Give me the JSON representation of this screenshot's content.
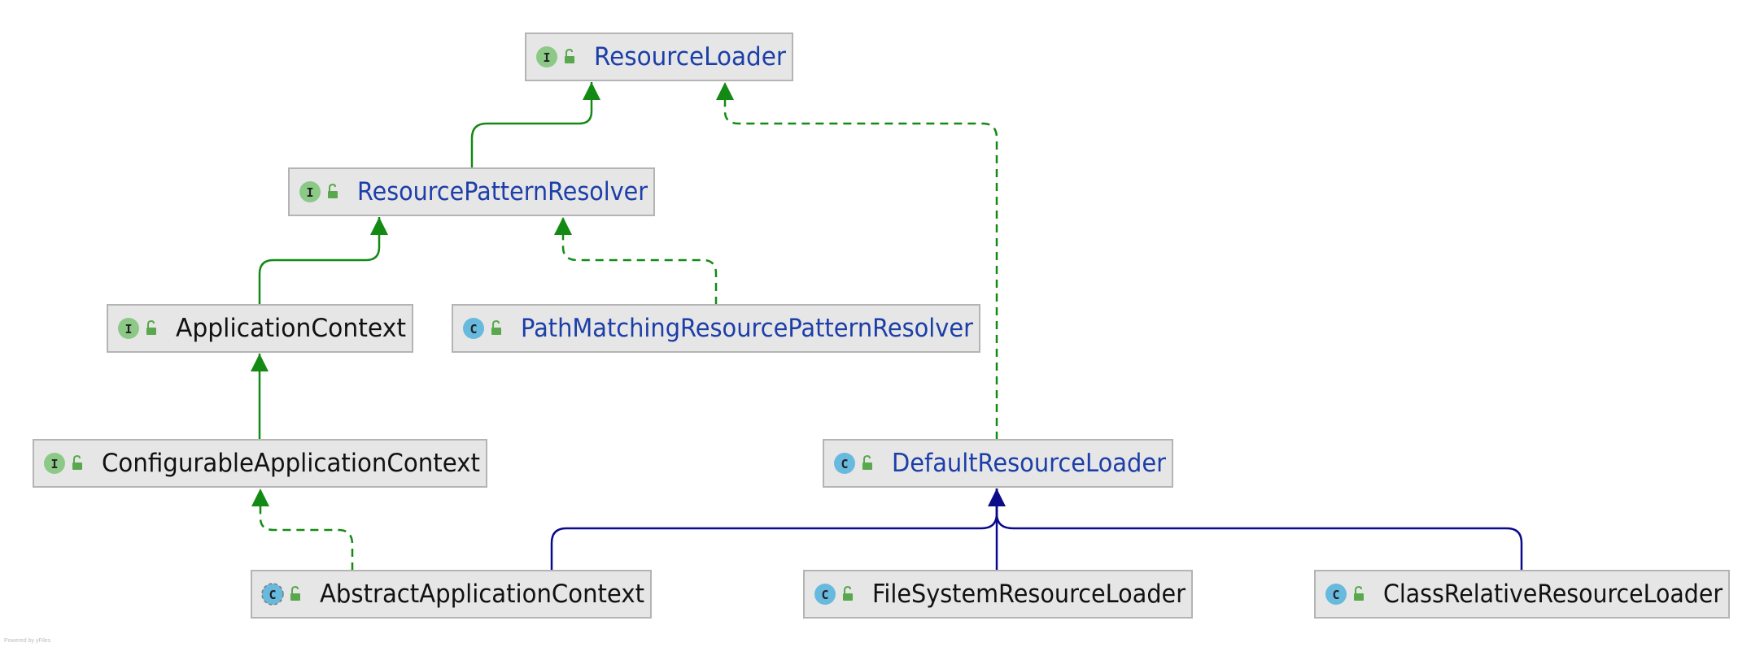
{
  "diagram": {
    "footer": "Powered by yFiles",
    "colors": {
      "inheritance": "#138a13",
      "realization": "#138a13",
      "class_inheritance": "#0a0a8a",
      "interface_badge": "#8cc987",
      "class_badge": "#68b9de",
      "lock_icon": "#5aa84e",
      "label_blue": "#1c3ea8",
      "label_black": "#111111"
    },
    "nodes": [
      {
        "id": "resource-loader",
        "label": "ResourceLoader",
        "kind": "interface",
        "badge": "I",
        "label_style": "blue"
      },
      {
        "id": "resource-pattern-resolver",
        "label": "ResourcePatternResolver",
        "kind": "interface",
        "badge": "I",
        "label_style": "blue"
      },
      {
        "id": "application-context",
        "label": "ApplicationContext",
        "kind": "interface",
        "badge": "I",
        "label_style": "black"
      },
      {
        "id": "path-matching-resource-pattern-resolver",
        "label": "PathMatchingResourcePatternResolver",
        "kind": "class",
        "badge": "C",
        "label_style": "blue"
      },
      {
        "id": "configurable-application-context",
        "label": "ConfigurableApplicationContext",
        "kind": "interface",
        "badge": "I",
        "label_style": "black"
      },
      {
        "id": "default-resource-loader",
        "label": "DefaultResourceLoader",
        "kind": "class",
        "badge": "C",
        "label_style": "blue"
      },
      {
        "id": "abstract-application-context",
        "label": "AbstractApplicationContext",
        "kind": "abstract-class",
        "badge": "C",
        "label_style": "black"
      },
      {
        "id": "file-system-resource-loader",
        "label": "FileSystemResourceLoader",
        "kind": "class",
        "badge": "C",
        "label_style": "black"
      },
      {
        "id": "class-relative-resource-loader",
        "label": "ClassRelativeResourceLoader",
        "kind": "class",
        "badge": "C",
        "label_style": "black"
      }
    ],
    "edges": [
      {
        "from": "resource-pattern-resolver",
        "to": "resource-loader",
        "type": "extends"
      },
      {
        "from": "application-context",
        "to": "resource-pattern-resolver",
        "type": "extends"
      },
      {
        "from": "configurable-application-context",
        "to": "application-context",
        "type": "extends"
      },
      {
        "from": "path-matching-resource-pattern-resolver",
        "to": "resource-pattern-resolver",
        "type": "implements"
      },
      {
        "from": "default-resource-loader",
        "to": "resource-loader",
        "type": "implements"
      },
      {
        "from": "abstract-application-context",
        "to": "configurable-application-context",
        "type": "implements"
      },
      {
        "from": "abstract-application-context",
        "to": "default-resource-loader",
        "type": "class-extends"
      },
      {
        "from": "file-system-resource-loader",
        "to": "default-resource-loader",
        "type": "class-extends"
      },
      {
        "from": "class-relative-resource-loader",
        "to": "default-resource-loader",
        "type": "class-extends"
      }
    ]
  }
}
